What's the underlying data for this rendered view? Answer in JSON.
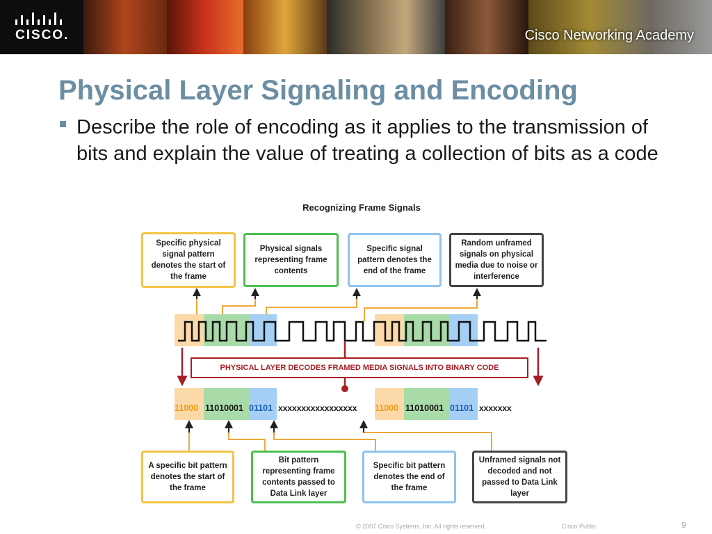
{
  "banner": {
    "logo_text": "CISCO.",
    "academy_text": "Cisco Networking Academy"
  },
  "slide": {
    "title": "Physical Layer Signaling and Encoding",
    "bullet": "Describe the role of encoding as it applies to the transmission of bits and explain the value of treating a collection of bits as a code"
  },
  "diagram": {
    "title": "Recognizing Frame Signals",
    "top_boxes": [
      "Specific physical signal pattern denotes the start of the frame",
      "Physical signals representing frame contents",
      "Specific signal pattern denotes the end of the frame",
      "Random unframed signals on physical media due to noise or interference"
    ],
    "decode_label": "PHYSICAL LAYER DECODES FRAMED MEDIA SIGNALS INTO BINARY CODE",
    "bits": {
      "start1": "11000",
      "content1": "11010001",
      "end1": "01101",
      "noise1": "xxxxxxxxxxxxxxxxx",
      "start2": "11000",
      "content2": "11010001",
      "end2": "01101",
      "noise2": "xxxxxxx"
    },
    "bottom_boxes": [
      "A specific bit pattern denotes the start of the frame",
      "Bit pattern representing frame contents passed to Data Link layer",
      "Specific bit pattern denotes the end of the frame",
      "Unframed signals not decoded and not passed to Data Link layer"
    ],
    "colors": {
      "start": "#fcd9a8",
      "content": "#a8dba8",
      "end": "#a6cff5",
      "start_text": "#f39c12",
      "end_text": "#1a5fb4",
      "decode": "#a51f24"
    }
  },
  "footer": {
    "copyright": "© 2007 Cisco Systems, Inc. All rights reserved.",
    "classification": "Cisco Public",
    "page": "9"
  }
}
